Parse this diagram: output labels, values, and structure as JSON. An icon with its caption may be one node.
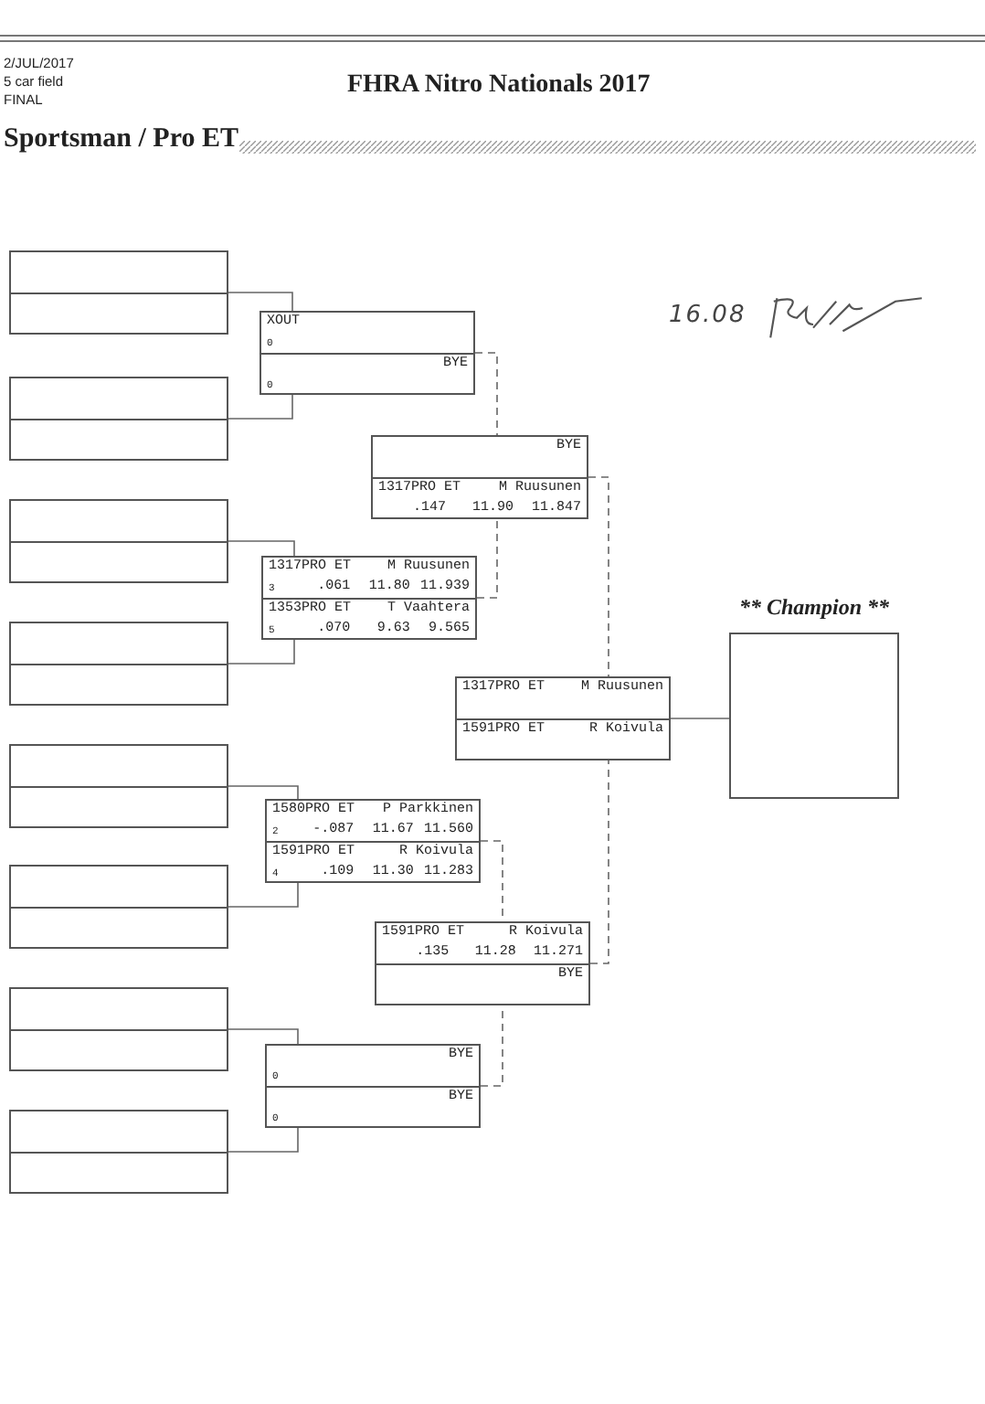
{
  "diagram": {
    "title": "FHRA Nitro Nationals 2017",
    "nodes": [
      {
        "text": [],
        "shape": "box"
      },
      {
        "text": [],
        "shape": "box"
      },
      {
        "text": [],
        "shape": "box"
      },
      {
        "text": [],
        "shape": "box"
      },
      {
        "text": [],
        "shape": "box"
      },
      {
        "text": [],
        "shape": "box"
      },
      {
        "text": [],
        "shape": "box"
      },
      {
        "text": [],
        "shape": "box"
      },
      {
        "text": [],
        "shape": "box"
      },
      {
        "text": [
          "XOUT",
          "0"
        ],
        "in": 8
      },
      {
        "text": [
          "BYE",
          "0"
        ],
        "in": 8
      },
      {
        "text": [],
        "shape": "box"
      },
      {
        "text": [
          "1317PRO ET",
          "M Ruusunen",
          "3",
          ".061",
          "11.80",
          "11.939"
        ],
        "in": 11
      },
      {
        "text": [
          "1353PRO ET",
          "T Vaahtera",
          "5",
          ".070",
          "9.63",
          "9.565"
        ],
        "in": 11
      },
      {
        "text": [],
        "shape": "box"
      },
      {
        "text": [
          "1580PRO ET",
          "P Parkkinen",
          "2",
          "-.087",
          "11.67",
          "11.560"
        ],
        "in": 14
      },
      {
        "text": [
          "1591PRO ET",
          "R Koivula",
          "4",
          ".109",
          "11.30",
          "11.283"
        ],
        "in": 14
      },
      {
        "text": [],
        "shape": "box"
      },
      {
        "text": [
          "BYE",
          "0"
        ],
        "in": 17
      },
      {
        "text": [
          "BYE",
          "0"
        ],
        "in": 17
      },
      {
        "text": [],
        "shape": "box"
      },
      {
        "text": [
          "BYE"
        ],
        "in": 20
      },
      {
        "text": [
          "1317PRO ET",
          "M Ruusunen",
          ".147",
          "11.90",
          "11.847"
        ],
        "in": 20
      },
      {
        "text": [],
        "shape": "box"
      },
      {
        "text": [
          "1591PRO ET",
          "R Koivula",
          ".135",
          "11.28",
          "11.271"
        ],
        "in": 23
      },
      {
        "text": [
          "BYE"
        ],
        "in": 23
      },
      {
        "text": [],
        "shape": "box"
      },
      {
        "text": [
          "1317PRO ET",
          "M Ruusunen"
        ],
        "in": 26
      },
      {
        "text": [
          "1591PRO ET",
          "R Koivula"
        ],
        "in": 26
      },
      {
        "text": [
          "** Champion **"
        ]
      }
    ],
    "edges": [
      {
        "from": 0,
        "to": 8,
        "arrow": "none"
      },
      {
        "from": 1,
        "to": 8,
        "arrow": "none"
      },
      {
        "from": 2,
        "to": 11,
        "arrow": "none"
      },
      {
        "from": 3,
        "to": 11,
        "arrow": "none"
      },
      {
        "from": 4,
        "to": 14,
        "arrow": "none"
      },
      {
        "from": 5,
        "to": 14,
        "arrow": "none"
      },
      {
        "from": 6,
        "to": 17,
        "arrow": "none"
      },
      {
        "from": 7,
        "to": 17,
        "arrow": "none"
      },
      {
        "from": 8,
        "to": 20,
        "arrow": "none",
        "style": "dashed"
      },
      {
        "from": 11,
        "to": 20,
        "arrow": "none",
        "style": "dashed"
      },
      {
        "from": 14,
        "to": 23,
        "arrow": "none",
        "style": "dashed"
      },
      {
        "from": 17,
        "to": 23,
        "arrow": "none",
        "style": "dashed"
      },
      {
        "from": 20,
        "to": 26,
        "arrow": "none",
        "style": "dashed"
      },
      {
        "from": 23,
        "to": 26,
        "arrow": "none",
        "style": "dashed"
      },
      {
        "from": 26,
        "to": 29,
        "arrow": "none"
      }
    ],
    "labels": [
      "2/JUL/2017",
      "5 car field",
      "FINAL",
      "Sportsman / Pro ET",
      "16.08"
    ]
  }
}
